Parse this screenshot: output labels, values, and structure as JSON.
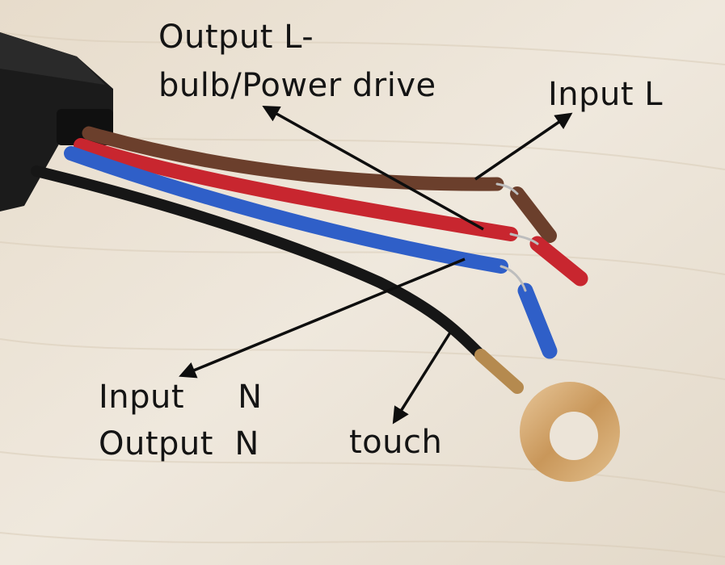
{
  "labels": {
    "output_l_line1": "Output L-",
    "output_l_line2": "bulb/Power drive",
    "input_l": "Input L",
    "input_n": "Input     N",
    "output_n": "Output  N",
    "touch": "touch"
  },
  "wire_colors": {
    "brown": "#6b3f2c",
    "red": "#c8262f",
    "blue": "#2f5fc8",
    "black": "#161616"
  },
  "icons": {
    "ring_terminal": "ring-terminal-icon",
    "control_box": "control-box-icon"
  }
}
